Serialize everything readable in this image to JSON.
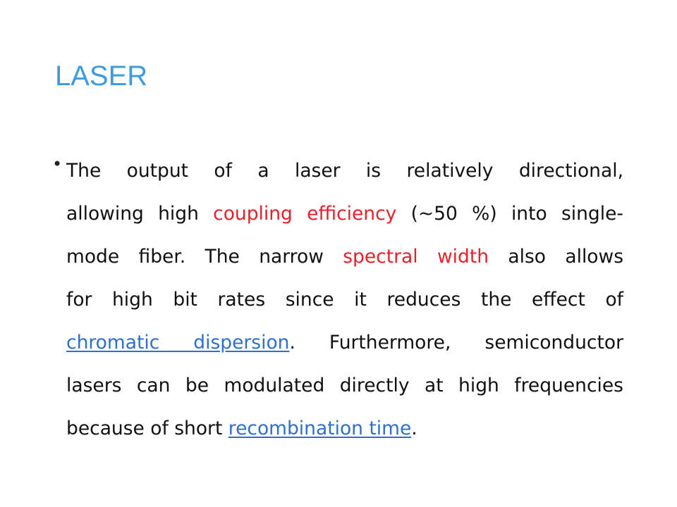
{
  "slide": {
    "title": "LASER",
    "colors": {
      "title": "#3f9be0",
      "body": "#111111",
      "highlight_red": "#e8202a",
      "link": "#2f6fd0"
    },
    "bullet_glyph": "•",
    "lines": [
      {
        "segments": [
          {
            "text": "The output of a laser is relatively directional,",
            "style": "plain"
          }
        ]
      },
      {
        "segments": [
          {
            "text": "allowing high ",
            "style": "plain"
          },
          {
            "text": "coupling efficiency",
            "style": "red"
          },
          {
            "text": " (~50 %) into single-",
            "style": "plain"
          }
        ]
      },
      {
        "segments": [
          {
            "text": "mode fiber. The narrow ",
            "style": "plain"
          },
          {
            "text": "spectral width",
            "style": "red"
          },
          {
            "text": " also allows",
            "style": "plain"
          }
        ]
      },
      {
        "segments": [
          {
            "text": "for high bit rates since it reduces the effect of",
            "style": "plain"
          }
        ]
      },
      {
        "segments": [
          {
            "text": "chromatic dispersion",
            "style": "link"
          },
          {
            "text": ". Furthermore, semiconductor",
            "style": "plain"
          }
        ]
      },
      {
        "segments": [
          {
            "text": "lasers can be modulated directly at high frequencies",
            "style": "plain"
          }
        ]
      },
      {
        "segments": [
          {
            "text": "because of short ",
            "style": "plain"
          },
          {
            "text": "recombination time",
            "style": "link"
          },
          {
            "text": ".",
            "style": "plain"
          }
        ]
      }
    ]
  }
}
